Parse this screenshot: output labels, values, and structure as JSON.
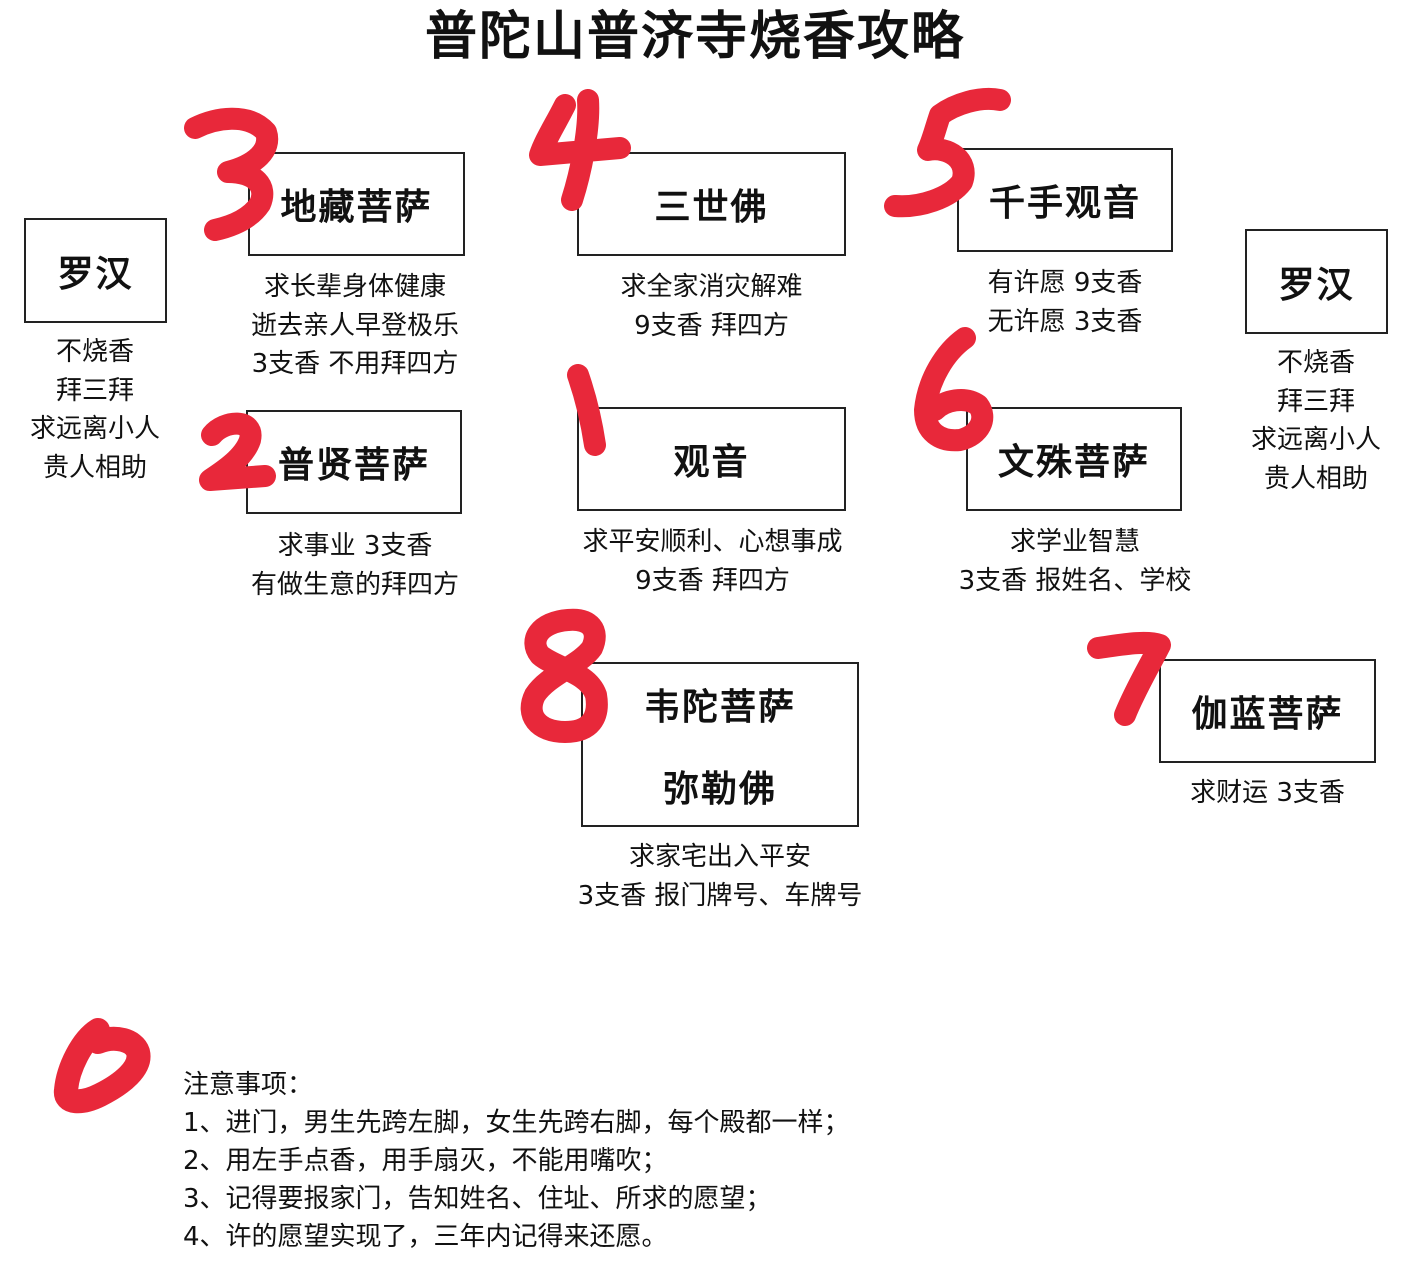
{
  "title": "普陀山普济寺烧香攻略",
  "annotation_color": "#e8283a",
  "halls": [
    {
      "order": "",
      "name": [
        "罗汉"
      ],
      "desc": [
        "不烧香",
        "拜三拜",
        "求远离小人",
        "贵人相助"
      ]
    },
    {
      "order": "3",
      "name": [
        "地藏菩萨"
      ],
      "desc": [
        "求长辈身体健康",
        "逝去亲人早登极乐",
        "3支香  不用拜四方"
      ]
    },
    {
      "order": "4",
      "name": [
        "三世佛"
      ],
      "desc": [
        "求全家消灾解难",
        "9支香  拜四方"
      ]
    },
    {
      "order": "5",
      "name": [
        "千手观音"
      ],
      "desc": [
        "有许愿  9支香",
        "无许愿  3支香"
      ]
    },
    {
      "order": "",
      "name": [
        "罗汉"
      ],
      "desc": [
        "不烧香",
        "拜三拜",
        "求远离小人",
        "贵人相助"
      ]
    },
    {
      "order": "2",
      "name": [
        "普贤菩萨"
      ],
      "desc": [
        "求事业  3支香",
        "有做生意的拜四方"
      ]
    },
    {
      "order": "1",
      "name": [
        "观音"
      ],
      "desc": [
        "求平安顺利、心想事成",
        "9支香  拜四方"
      ]
    },
    {
      "order": "6",
      "name": [
        "文殊菩萨"
      ],
      "desc": [
        "求学业智慧",
        "3支香  报姓名、学校"
      ]
    },
    {
      "order": "8",
      "name": [
        "韦陀菩萨",
        "弥勒佛"
      ],
      "desc": [
        "求家宅出入平安",
        "3支香  报门牌号、车牌号"
      ]
    },
    {
      "order": "7",
      "name": [
        "伽蓝菩萨"
      ],
      "desc": [
        "求财运  3支香"
      ]
    }
  ],
  "notes": {
    "heading": "注意事项：",
    "items": [
      "1、进门，男生先跨左脚，女生先跨右脚，每个殿都一样；",
      "2、用左手点香，用手扇灭，不能用嘴吹；",
      "3、记得要报家门，告知姓名、住址、所求的愿望；",
      "4、许的愿望实现了，三年内记得来还愿。"
    ]
  }
}
